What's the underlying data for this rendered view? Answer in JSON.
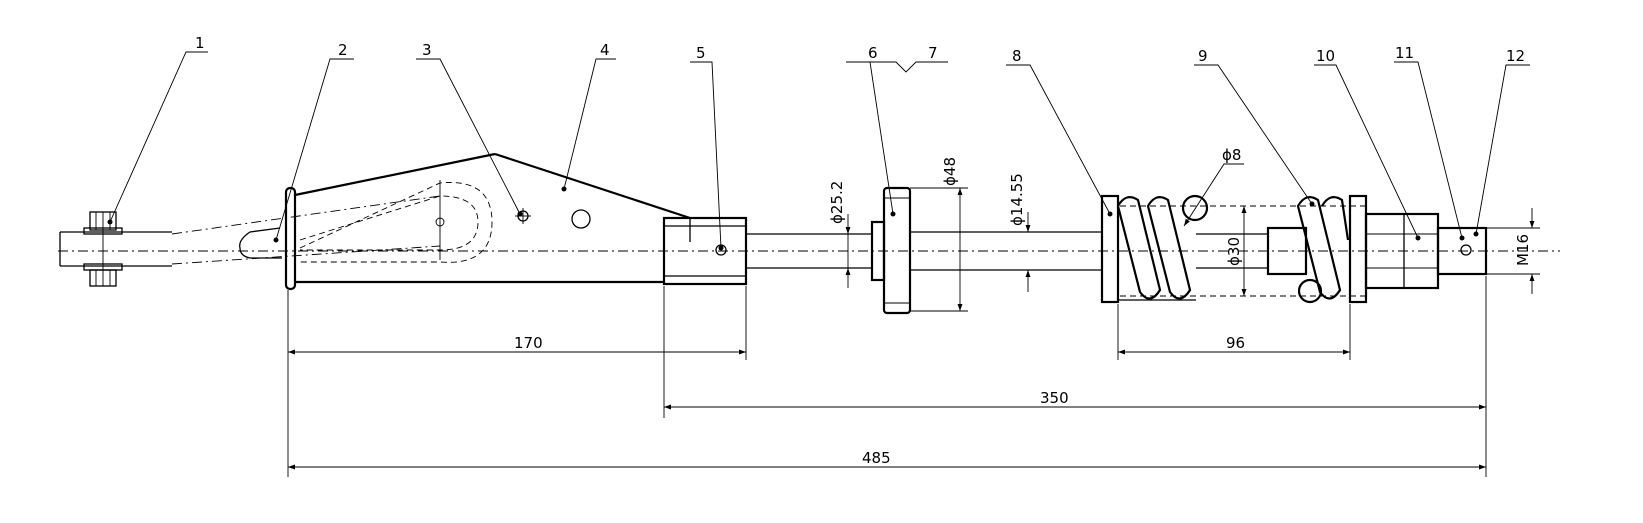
{
  "part_labels": [
    "1",
    "2",
    "3",
    "4",
    "5",
    "6",
    "7",
    "8",
    "9",
    "10",
    "11",
    "12"
  ],
  "dimensions": {
    "length_170": "170",
    "length_96": "96",
    "length_350": "350",
    "length_485": "485",
    "dia_25_2": "ϕ25.2",
    "dia_48": "ϕ48",
    "dia_14_55": "ϕ14.55",
    "dia_8": "ϕ8",
    "dia_30": "ϕ30",
    "thread_m16": "M16"
  }
}
